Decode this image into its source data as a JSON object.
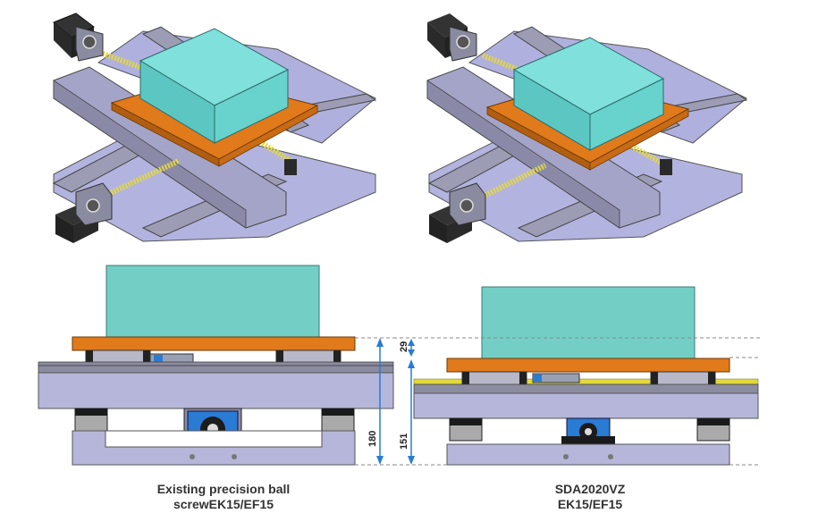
{
  "captions": {
    "left": {
      "line1": "Existing precision ball",
      "line2": "screwEK15/EF15"
    },
    "right": {
      "line1": "SDA2020VZ",
      "line2": "EK15/EF15"
    }
  },
  "dimensions": {
    "left_height": "180",
    "right_height": "151",
    "right_gap": "29"
  },
  "colors": {
    "payload": "#73cfc6",
    "carriage_plate": "#e07a1a",
    "base": "#aaaadc",
    "rail": "#9a9ab0",
    "motor": "#2a2a2a",
    "screw": "#e8e040",
    "dimension": "#2a7bd4"
  }
}
